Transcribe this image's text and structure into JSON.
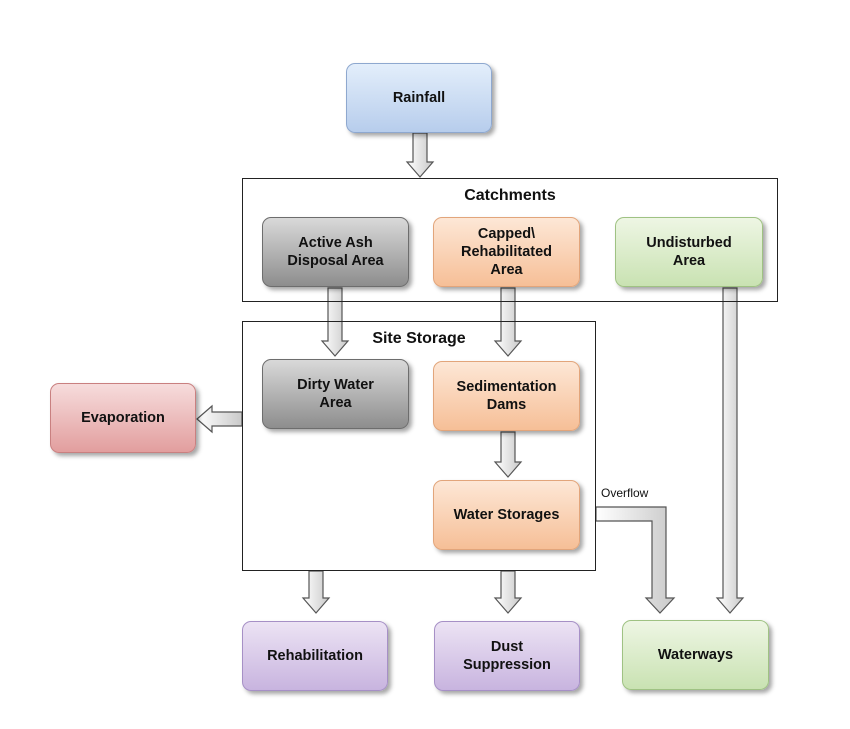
{
  "diagram": {
    "nodes": {
      "rainfall": "Rainfall",
      "active_ash": "Active Ash\nDisposal Area",
      "capped": "Capped\\\nRehabilitated\nArea",
      "undisturbed": "Undisturbed\nArea",
      "dirty_water": "Dirty Water\nArea",
      "sedimentation": "Sedimentation\nDams",
      "water_storages": "Water Storages",
      "evaporation": "Evaporation",
      "rehabilitation": "Rehabilitation",
      "dust_suppression": "Dust\nSuppression",
      "waterways": "Waterways"
    },
    "containers": {
      "catchments": "Catchments",
      "site_storage": "Site Storage"
    },
    "edge_labels": {
      "overflow": "Overflow"
    }
  }
}
